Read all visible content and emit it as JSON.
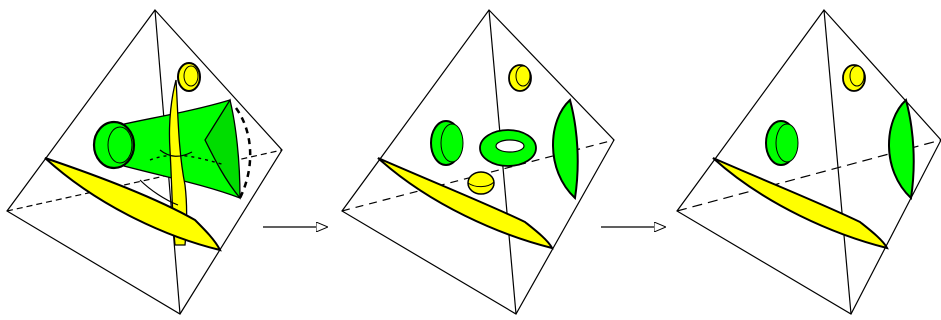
{
  "figure": {
    "panel_count": 3,
    "arrow_count": 2,
    "colors": {
      "outline": "#000000",
      "yellow_surface": "#ffff00",
      "green_surface": "#00ff00",
      "background": "#ffffff"
    },
    "panels": [
      {
        "name": "panel-1",
        "components": [
          "yellow-tube",
          "green-tube",
          "green-sheet",
          "yellow-sheet"
        ]
      },
      {
        "name": "panel-2",
        "components": [
          "yellow-cap",
          "green-disk",
          "green-torus",
          "yellow-sphere",
          "green-lens",
          "yellow-sheet"
        ]
      },
      {
        "name": "panel-3",
        "components": [
          "yellow-cap",
          "green-disk",
          "green-lens",
          "yellow-sheet"
        ]
      }
    ]
  }
}
